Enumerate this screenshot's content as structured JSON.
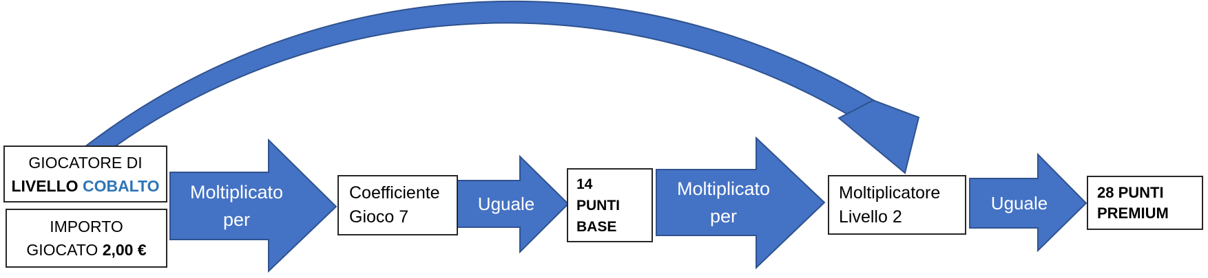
{
  "colors": {
    "arrow_fill": "#4472C4",
    "arrow_border": "#2F528F",
    "box_border": "#262626",
    "box_text": "#000000",
    "arrow_text": "#FFFFFF",
    "accent_blue": "#2E75B6"
  },
  "boxes": {
    "player": {
      "line1": "GIOCATORE DI",
      "level_label": "LIVELLO",
      "level_value": "COBALTO"
    },
    "amount": {
      "line1": "IMPORTO",
      "line2_label": "GIOCATO",
      "line2_value": "2,00 €"
    },
    "coefficient": {
      "line1": "Coefficiente",
      "line2": "Gioco 7"
    },
    "base_points": {
      "line1": "14",
      "line2": "PUNTI",
      "line3": "BASE"
    },
    "multiplier": {
      "line1": "Moltiplicatore",
      "line2": "Livello 2"
    },
    "premium": {
      "line1": "28 PUNTI",
      "line2": "PREMIUM"
    }
  },
  "arrows": {
    "multiply1": {
      "line1": "Moltiplicato",
      "line2": "per"
    },
    "equals1": {
      "label": "Uguale"
    },
    "multiply2": {
      "line1": "Moltiplicato",
      "line2": "per"
    },
    "equals2": {
      "label": "Uguale"
    }
  }
}
